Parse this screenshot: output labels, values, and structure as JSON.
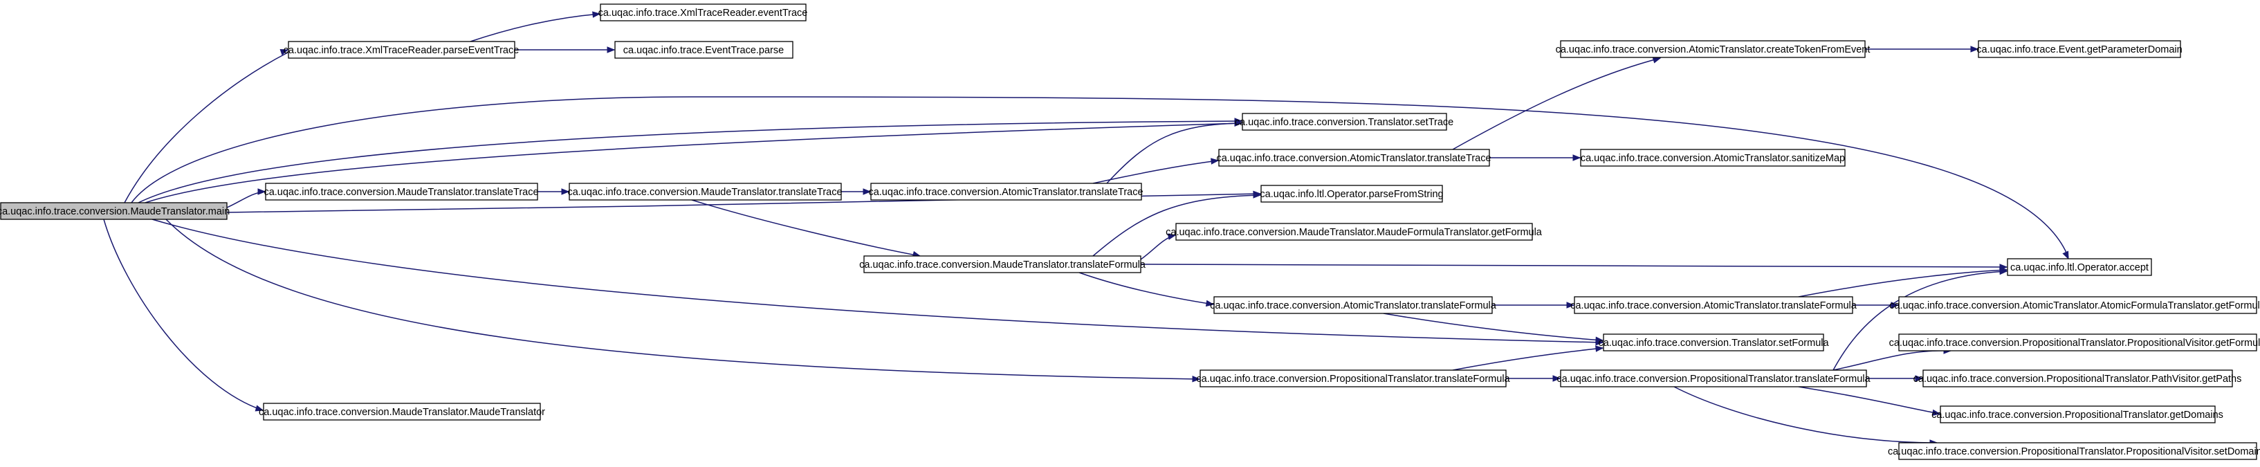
{
  "colors": {
    "edge": "#191970",
    "root_fill": "#bfbfbf",
    "node_fill": "#ffffff",
    "node_stroke": "#000000"
  },
  "nodes": {
    "main": "ca.uqac.info.trace.conversion.MaudeTranslator.main",
    "xml_parse": "ca.uqac.info.trace.XmlTraceReader.parseEventTrace",
    "xml_event": "ca.uqac.info.trace.XmlTraceReader.eventTrace",
    "et_parse": "ca.uqac.info.trace.EventTrace.parse",
    "set_trace": "ca.uqac.info.trace.conversion.Translator.setTrace",
    "maude_tt1": "ca.uqac.info.trace.conversion.MaudeTranslator.translateTrace",
    "maude_tt2": "ca.uqac.info.trace.conversion.MaudeTranslator.translateTrace",
    "atomic_tt1": "ca.uqac.info.trace.conversion.AtomicTranslator.translateTrace",
    "atomic_tt2": "ca.uqac.info.trace.conversion.AtomicTranslator.translateTrace",
    "create_token": "ca.uqac.info.trace.conversion.AtomicTranslator.createTokenFromEvent",
    "param_domain": "ca.uqac.info.trace.Event.getParameterDomain",
    "sanitize": "ca.uqac.info.trace.conversion.AtomicTranslator.sanitizeMap",
    "parse_string": "ca.uqac.info.ltl.Operator.parseFromString",
    "maude_formula_get": "ca.uqac.info.trace.conversion.MaudeTranslator.MaudeFormulaTranslator.getFormula",
    "maude_tf": "ca.uqac.info.trace.conversion.MaudeTranslator.translateFormula",
    "accept": "ca.uqac.info.ltl.Operator.accept",
    "atomic_tf1": "ca.uqac.info.trace.conversion.AtomicTranslator.translateFormula",
    "atomic_tf2": "ca.uqac.info.trace.conversion.AtomicTranslator.translateFormula",
    "atomic_formula_get": "ca.uqac.info.trace.conversion.AtomicTranslator.AtomicFormulaTranslator.getFormula",
    "set_formula": "ca.uqac.info.trace.conversion.Translator.setFormula",
    "prop_visitor_get": "ca.uqac.info.trace.conversion.PropositionalTranslator.PropositionalVisitor.getFormula",
    "prop_tf1": "ca.uqac.info.trace.conversion.PropositionalTranslator.translateFormula",
    "prop_tf2": "ca.uqac.info.trace.conversion.PropositionalTranslator.translateFormula",
    "path_visitor": "ca.uqac.info.trace.conversion.PropositionalTranslator.PathVisitor.getPaths",
    "get_domains": "ca.uqac.info.trace.conversion.PropositionalTranslator.getDomains",
    "set_domains": "ca.uqac.info.trace.conversion.PropositionalTranslator.PropositionalVisitor.setDomains",
    "maude_ctor": "ca.uqac.info.trace.conversion.MaudeTranslator.MaudeTranslator"
  }
}
